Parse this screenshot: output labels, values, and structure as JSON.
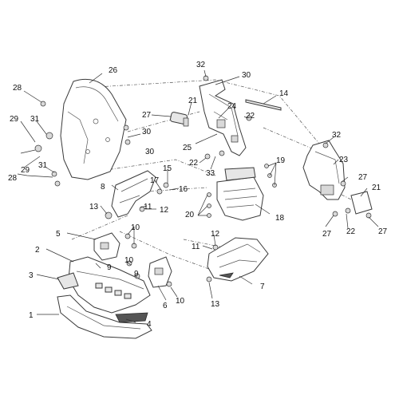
{
  "diagram": {
    "callouts": {
      "c1": "1",
      "c2": "2",
      "c3": "3",
      "c4": "4",
      "c5": "5",
      "c6": "6",
      "c7": "7",
      "c8": "8",
      "c9a": "9",
      "c9b": "9",
      "c10a": "10",
      "c10b": "10",
      "c10c": "10",
      "c11a": "11",
      "c11b": "11",
      "c12a": "12",
      "c12b": "12",
      "c13a": "13",
      "c13b": "13",
      "c14": "14",
      "c15": "15",
      "c16": "16",
      "c17": "17",
      "c18": "18",
      "c19": "19",
      "c20": "20",
      "c21a": "21",
      "c21b": "21",
      "c22a": "22",
      "c22b": "22",
      "c22c": "22",
      "c23": "23",
      "c24": "24",
      "c25": "25",
      "c26": "26",
      "c27a": "27",
      "c27b": "27",
      "c27c": "27",
      "c27d": "27",
      "c28a": "28",
      "c28b": "28",
      "c29a": "29",
      "c29b": "29",
      "c30a": "30",
      "c30b": "30",
      "c31a": "31",
      "c31b": "31",
      "c32a": "32",
      "c32b": "32",
      "c33": "33"
    }
  }
}
